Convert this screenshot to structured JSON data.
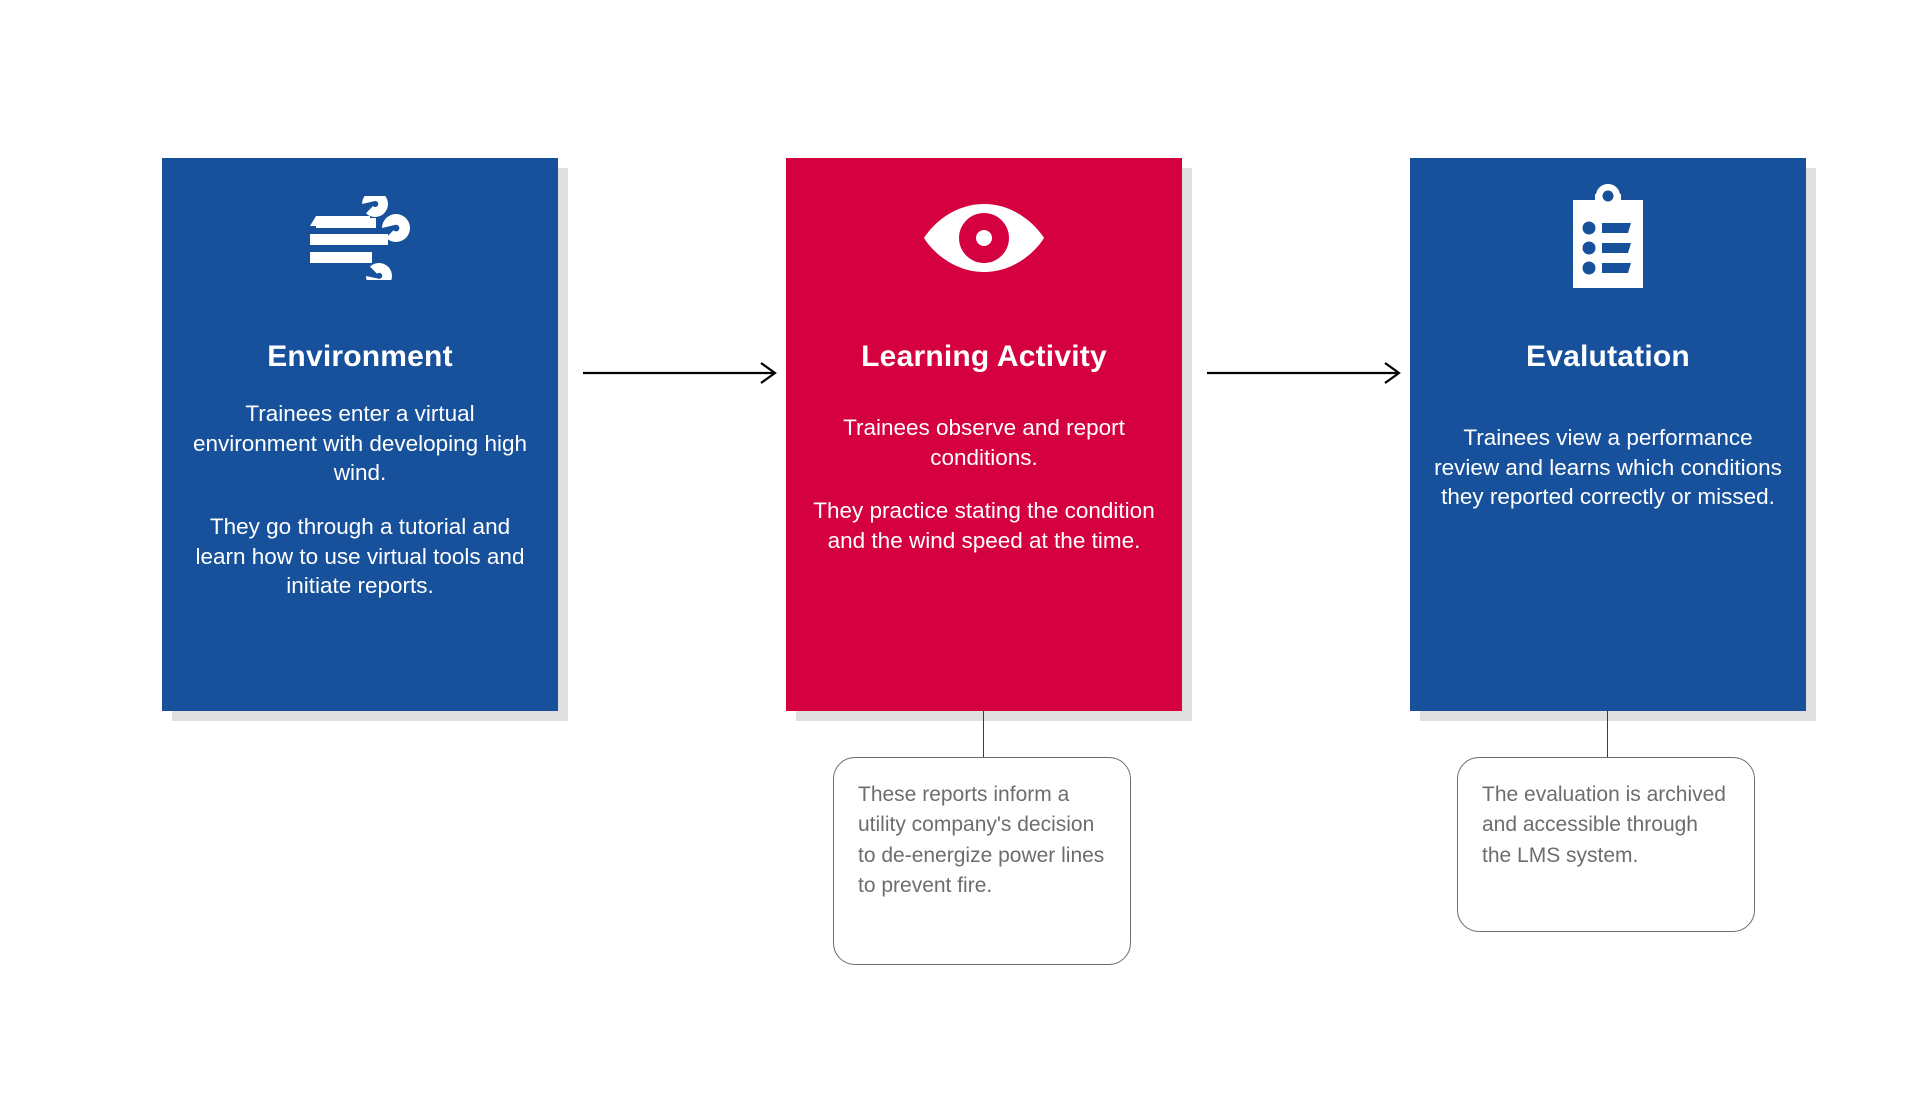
{
  "diagram": {
    "type": "process-flow",
    "colors": {
      "primary_blue": "#17509b",
      "accent_red": "#d40040",
      "shadow_gray": "#e0e0e0",
      "callout_border": "#6d6d6d",
      "callout_text": "#6d6d6d",
      "arrow": "#000000",
      "background": "#ffffff"
    },
    "steps": [
      {
        "id": "environment",
        "icon": "wind-icon",
        "color": "blue",
        "title": "Environment",
        "paragraphs": [
          "Trainees enter a virtual environment with developing high wind.",
          "They go through a tutorial and learn how to use virtual tools and initiate reports."
        ]
      },
      {
        "id": "learning-activity",
        "icon": "eye-icon",
        "color": "red",
        "title": "Learning Activity",
        "paragraphs": [
          "Trainees observe and report conditions.",
          "They practice stating the condition and the wind speed at the time."
        ]
      },
      {
        "id": "evaluation",
        "icon": "clipboard-list-icon",
        "color": "blue",
        "title": "Evalutation",
        "paragraphs": [
          "Trainees view a performance review and learns which conditions they reported correctly or missed."
        ]
      }
    ],
    "connectors": [
      {
        "id": "arrow-1",
        "from": "environment",
        "to": "learning-activity",
        "style": "arrow-right"
      },
      {
        "id": "arrow-2",
        "from": "learning-activity",
        "to": "evaluation",
        "style": "arrow-right"
      }
    ],
    "callouts": [
      {
        "id": "callout-learning-activity",
        "anchor": "learning-activity",
        "text": "These reports inform a utility company's decision to de-energize power lines to prevent fire."
      },
      {
        "id": "callout-evaluation",
        "anchor": "evaluation",
        "text": "The evaluation is archived and accessible through the LMS system."
      }
    ]
  }
}
